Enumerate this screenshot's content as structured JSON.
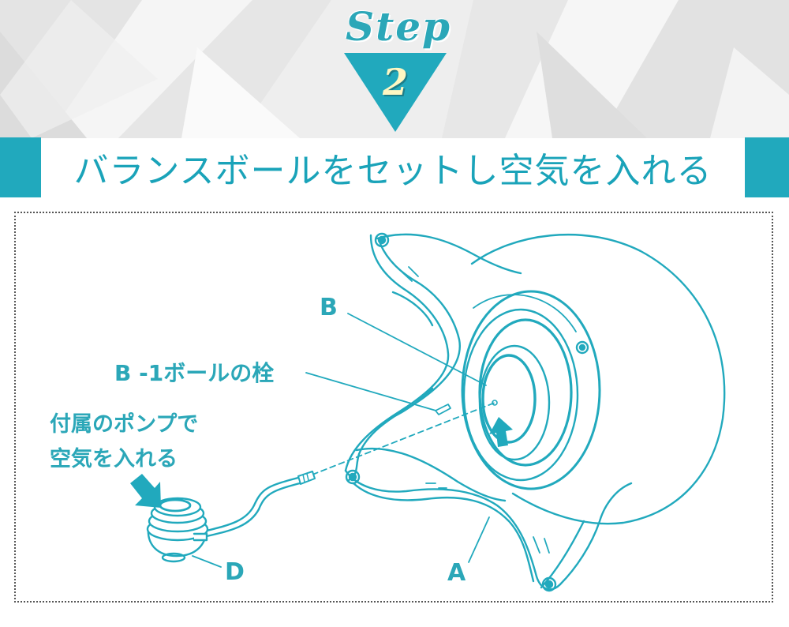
{
  "step": {
    "word": "Step",
    "number": "2"
  },
  "title": "バランスボールをセットし空気を入れる",
  "labels": {
    "a": "A",
    "b": "B",
    "b1": "B -1ボールの栓",
    "d": "D",
    "pump_line1": "付属のポンプで",
    "pump_line2": "空気を入れる"
  },
  "colors": {
    "accent": "#21a9bd",
    "label_text": "#2ba7b8",
    "step_number": "#fff7c2",
    "frame_border": "#555555"
  },
  "icons": {
    "push_arrow": "down-right-arrow-icon",
    "inflate_arrow": "up-arrow-icon"
  }
}
